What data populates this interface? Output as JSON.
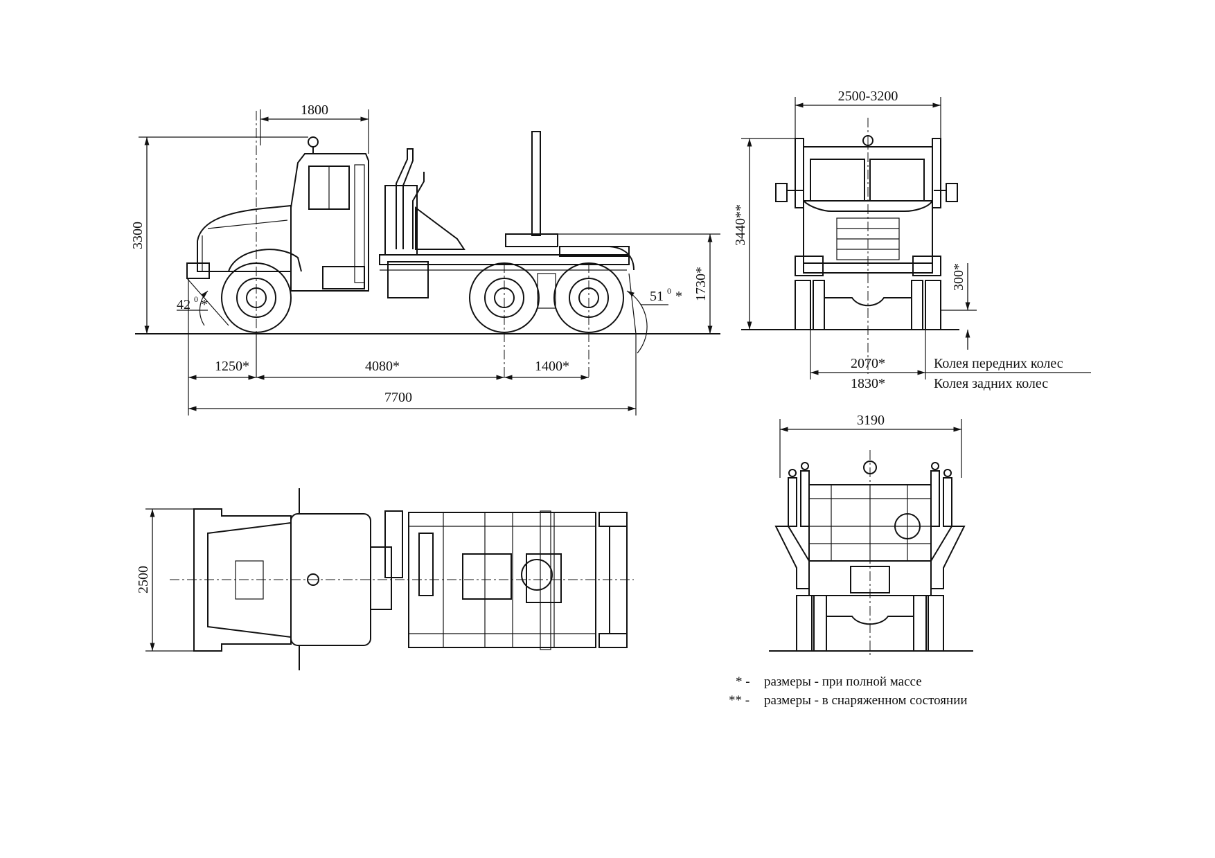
{
  "side_view": {
    "cab_length": "1800",
    "overall_height": "3300",
    "fifth_wheel_height": "1730*",
    "approach_angle": "42",
    "approach_angle_suffix": "*",
    "departure_angle": "51",
    "departure_angle_suffix": "*",
    "front_overhang": "1250*",
    "wheelbase": "4080*",
    "bogie_base": "1400*",
    "overall_length": "7700"
  },
  "front_view": {
    "width": "2500-3200",
    "height": "3440**",
    "ground_clearance": "300*",
    "front_track": "2070*",
    "front_track_label": "Колея передних колес",
    "rear_track": "1830*",
    "rear_track_label": "Колея задних колес"
  },
  "top_view": {
    "width": "2500"
  },
  "rear_view": {
    "width": "3190"
  },
  "notes": [
    {
      "mark": "* -",
      "text": "размеры - при полной массе"
    },
    {
      "mark": "** -",
      "text": "размеры - в снаряженном состоянии"
    }
  ],
  "colors": {
    "ink": "#111111",
    "paper": "#ffffff"
  }
}
